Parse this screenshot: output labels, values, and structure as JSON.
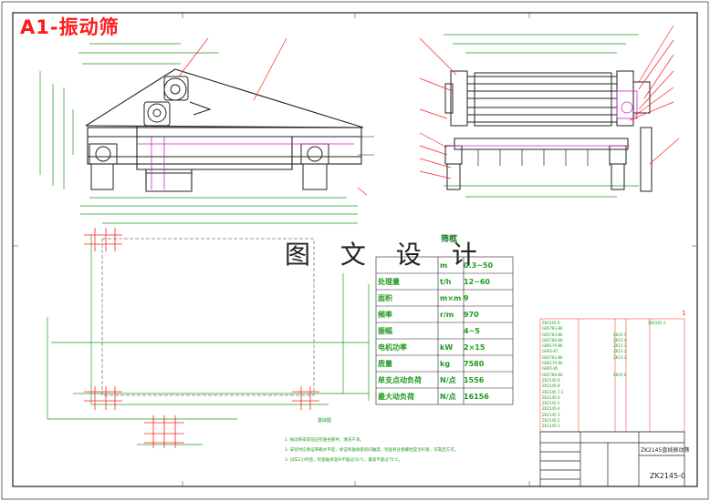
{
  "sheet_title": "A1-振动筛",
  "watermark": "图 文 设 计",
  "tech_params": {
    "header": "筛框",
    "rows": [
      {
        "label": "",
        "unit": "m",
        "value": "0.3~50"
      },
      {
        "label": "处理量",
        "unit": "t/h",
        "value": "12~60"
      },
      {
        "label": "面积",
        "unit": "m×m",
        "value": "9"
      },
      {
        "label": "频率",
        "unit": "r/m",
        "value": "970"
      },
      {
        "label": "振幅",
        "unit": "",
        "value": "4~5"
      },
      {
        "label": "电机功率",
        "unit": "kW",
        "value": "2×15"
      },
      {
        "label": "质量",
        "unit": "kg",
        "value": "7580"
      },
      {
        "label": "单支点动负荷",
        "unit": "N/点",
        "value": "1556"
      },
      {
        "label": "最大动负荷",
        "unit": "N/点",
        "value": "16156"
      }
    ]
  },
  "notes": [
    "1. 振动筛安装前应检查各部件，清洗干净。",
    "2. 安装时应保证筛箱水平度，保证各轴承座的同轴度，检查各连接螺栓是否拧紧，可靠后方可。",
    "3. 试车2小时后，检查轴承温升不超过35℃，最高不超过75℃。"
  ],
  "scale_label": "基础图",
  "bom": {
    "rows": [
      {
        "code": "ZK0165-6",
        "name": "",
        "code2": "",
        "name2": "ZK0165-1"
      },
      {
        "code": "GB5783-86",
        "name": "",
        "code2": "",
        "name2": ""
      },
      {
        "code": "GB5783-86",
        "name": "",
        "code2": "ZK15-5",
        "name2": ""
      },
      {
        "code": "GB5780-86",
        "name": "",
        "code2": "ZK15-4",
        "name2": ""
      },
      {
        "code": "GB6170-86",
        "name": "",
        "code2": "ZK15-3",
        "name2": ""
      },
      {
        "code": "GB93-87",
        "name": "",
        "code2": "ZK15-2",
        "name2": ""
      },
      {
        "code": "GB5783-86",
        "name": "",
        "code2": "ZK15-1",
        "name2": ""
      },
      {
        "code": "GB6170-86",
        "name": "",
        "code2": "",
        "name2": ""
      },
      {
        "code": "GB95-85",
        "name": "",
        "code2": "",
        "name2": ""
      },
      {
        "code": "GB5780-86",
        "name": "",
        "code2": "ZK15-6",
        "name2": ""
      },
      {
        "code": "ZK2145-9",
        "name": "",
        "code2": "",
        "name2": ""
      },
      {
        "code": "ZK2145-8",
        "name": "",
        "code2": "",
        "name2": ""
      },
      {
        "code": "ZK2145-7-1",
        "name": "",
        "code2": "",
        "name2": ""
      },
      {
        "code": "ZK2145-6",
        "name": "",
        "code2": "",
        "name2": ""
      },
      {
        "code": "ZK2145-5",
        "name": "",
        "code2": "",
        "name2": ""
      },
      {
        "code": "ZK2145-4",
        "name": "",
        "code2": "",
        "name2": ""
      },
      {
        "code": "ZK2145-3",
        "name": "",
        "code2": "",
        "name2": ""
      },
      {
        "code": "ZK2145-2",
        "name": "",
        "code2": "",
        "name2": ""
      },
      {
        "code": "ZK2145-1",
        "name": "",
        "code2": "",
        "name2": ""
      }
    ]
  },
  "title_block": {
    "designation": "ZK2145直线振动筛",
    "drawing_number": "ZK2145-0",
    "sheet_number": "1"
  }
}
